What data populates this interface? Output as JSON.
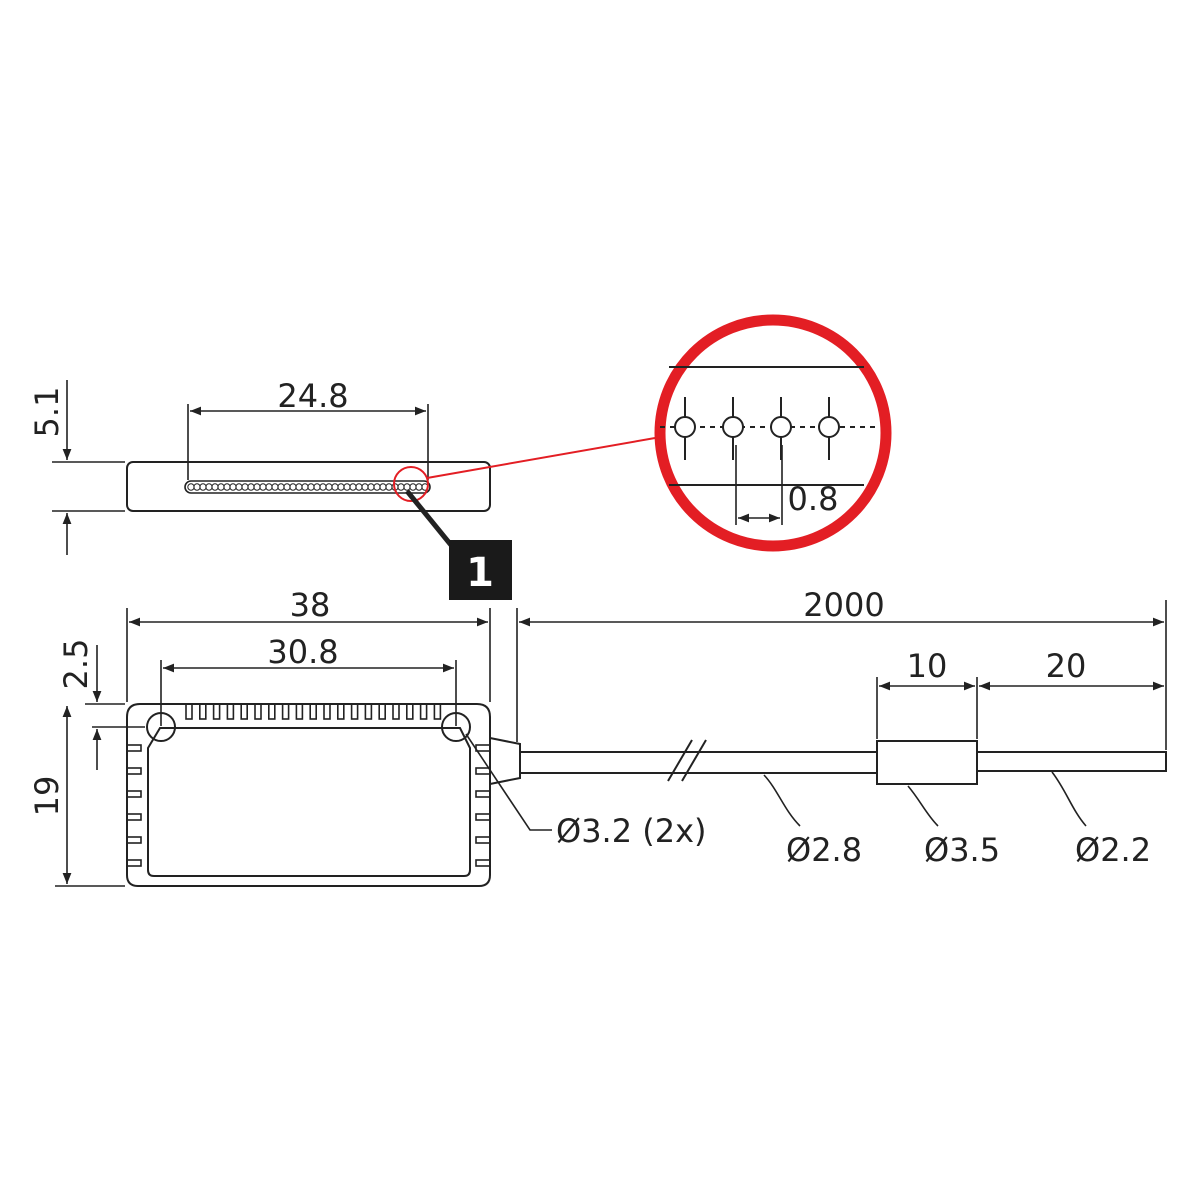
{
  "dimensions": {
    "top_width": "24.8",
    "top_height": "5.1",
    "pitch": "0.8",
    "body_width": "38",
    "hole_spacing": "30.8",
    "hole_offset": "2.5",
    "body_height": "19",
    "cable_length": "2000",
    "sleeve_length": "10",
    "tip_length": "20"
  },
  "callouts": {
    "hole_dia": "Ø3.2 (2x)",
    "cable_dia": "Ø2.8",
    "sleeve_dia": "Ø3.5",
    "tip_dia": "Ø2.2"
  },
  "badge": {
    "label": "1",
    "color": "#1a1a1a"
  },
  "colors": {
    "line": "#222222",
    "detail_circle": "#e31e24"
  },
  "fiber_count": 40
}
